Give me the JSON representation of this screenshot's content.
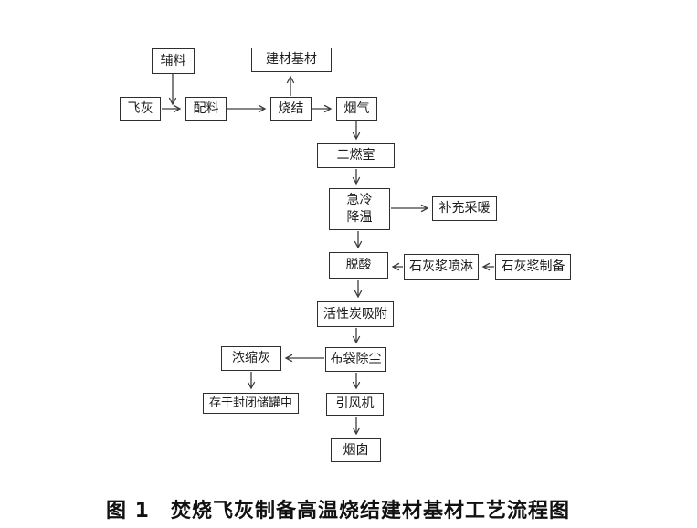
{
  "figure": {
    "caption": "图 1　焚烧飞灰制备高温烧结建材基材工艺流程图"
  },
  "flowchart": {
    "nodes": [
      {
        "id": "auxiliary-material",
        "label": "辅料"
      },
      {
        "id": "building-material-substrate",
        "label": "建材基材"
      },
      {
        "id": "fly-ash",
        "label": "飞灰"
      },
      {
        "id": "batching",
        "label": "配料"
      },
      {
        "id": "sintering",
        "label": "烧结"
      },
      {
        "id": "flue-gas",
        "label": "烟气"
      },
      {
        "id": "secondary-combustion-chamber",
        "label": "二燃室"
      },
      {
        "id": "quench-cooling",
        "label": "急冷\n降温"
      },
      {
        "id": "supplementary-heating",
        "label": "补充采暖"
      },
      {
        "id": "deacidification",
        "label": "脱酸"
      },
      {
        "id": "lime-slurry-spray",
        "label": "石灰浆喷淋"
      },
      {
        "id": "lime-slurry-preparation",
        "label": "石灰浆制备"
      },
      {
        "id": "activated-carbon-adsorption",
        "label": "活性炭吸附"
      },
      {
        "id": "bag-dust-collector",
        "label": "布袋除尘"
      },
      {
        "id": "concentrated-ash",
        "label": "浓缩灰"
      },
      {
        "id": "sealed-storage-tank",
        "label": "存于封闭储罐中"
      },
      {
        "id": "induced-draft-fan",
        "label": "引风机"
      },
      {
        "id": "chimney",
        "label": "烟囱"
      }
    ],
    "edges": [
      {
        "from": "auxiliary-material",
        "to": "batching"
      },
      {
        "from": "fly-ash",
        "to": "batching"
      },
      {
        "from": "batching",
        "to": "sintering"
      },
      {
        "from": "sintering",
        "to": "flue-gas"
      },
      {
        "from": "sintering",
        "to": "building-material-substrate"
      },
      {
        "from": "flue-gas",
        "to": "secondary-combustion-chamber"
      },
      {
        "from": "secondary-combustion-chamber",
        "to": "quench-cooling"
      },
      {
        "from": "quench-cooling",
        "to": "supplementary-heating"
      },
      {
        "from": "quench-cooling",
        "to": "deacidification"
      },
      {
        "from": "lime-slurry-preparation",
        "to": "lime-slurry-spray"
      },
      {
        "from": "lime-slurry-spray",
        "to": "deacidification"
      },
      {
        "from": "deacidification",
        "to": "activated-carbon-adsorption"
      },
      {
        "from": "activated-carbon-adsorption",
        "to": "bag-dust-collector"
      },
      {
        "from": "bag-dust-collector",
        "to": "concentrated-ash"
      },
      {
        "from": "concentrated-ash",
        "to": "sealed-storage-tank"
      },
      {
        "from": "bag-dust-collector",
        "to": "induced-draft-fan"
      },
      {
        "from": "induced-draft-fan",
        "to": "chimney"
      }
    ],
    "colors": {
      "line": "#3d3d3d",
      "box_border": "#2e2e2e",
      "text": "#1c1c1c",
      "background": "#ffffff"
    }
  }
}
